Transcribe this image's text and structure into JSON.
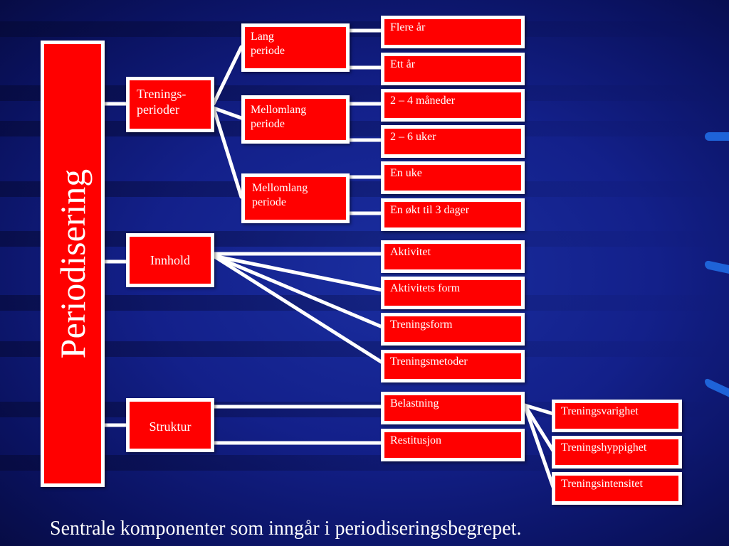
{
  "diagram": {
    "root": "Periodisering",
    "groups": {
      "trenings": "Trenings-\nperioder",
      "innhold": "Innhold",
      "struktur": "Struktur"
    },
    "periods": {
      "lang": "Lang\nperiode",
      "mellom1": "Mellomlang\nperiode",
      "mellom2": "Mellomlang\nperiode"
    },
    "leaves": {
      "flere_ar": "Flere år",
      "ett_ar": "Ett år",
      "maneder": "2 – 4 måneder",
      "uker": "2 – 6 uker",
      "en_uke": "En uke",
      "en_okt": "En økt til 3 dager",
      "aktivitet": "Aktivitet",
      "aktivitets_form": "Aktivitets form",
      "treningsform": "Treningsform",
      "treningsmetoder": "Treningsmetoder",
      "belastning": "Belastning",
      "restitusjon": "Restitusjon",
      "treningsvarighet": "Treningsvarighet",
      "treningshyppighet": "Treningshyppighet",
      "treningsintensitet": "Treningsintensitet"
    },
    "caption": "Sentrale komponenter som inngår i periodiseringsbegrepet."
  },
  "colors": {
    "box_fill": "#ff0000",
    "box_border": "#ffffff",
    "connector": "#ffffff",
    "background": "#13208a"
  }
}
